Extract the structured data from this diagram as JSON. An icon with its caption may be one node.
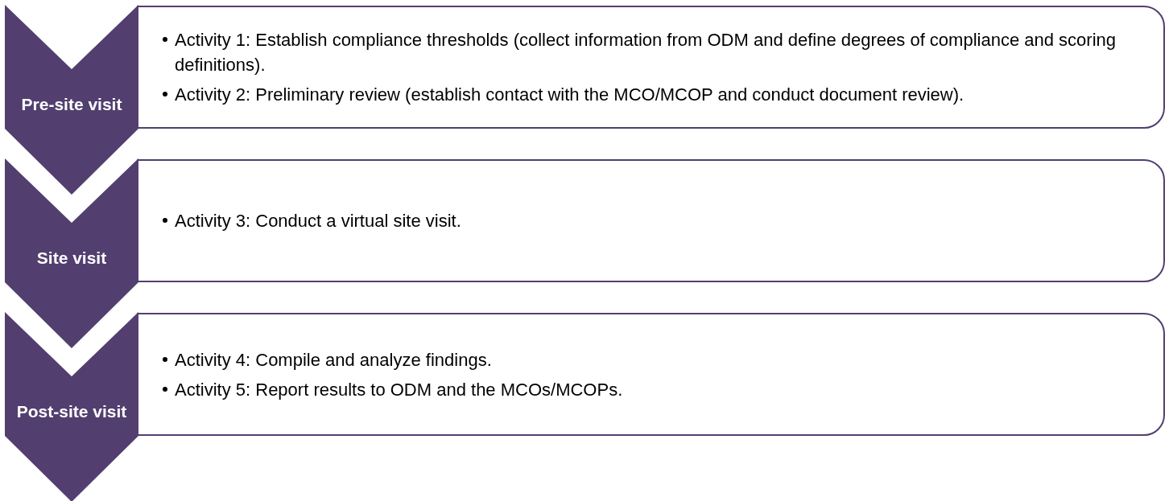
{
  "diagram": {
    "nodes": [
      {
        "text": [
          "Pre-site visit"
        ]
      },
      {
        "text": [
          "Activity 1: Establish compliance thresholds (collect information from ODM and define degrees of compliance and scoring definitions).",
          "Activity 2: Preliminary review (establish contact with the MCO/MCOP and conduct document review)."
        ]
      },
      {
        "text": [
          "Site visit"
        ]
      },
      {
        "text": [
          "Activity 3: Conduct a virtual site visit."
        ]
      },
      {
        "text": [
          "Post-site visit"
        ]
      },
      {
        "text": [
          "Activity 4: Compile and analyze findings.",
          "Activity 5: Report results to ODM and the MCOs/MCOPs."
        ]
      }
    ]
  }
}
